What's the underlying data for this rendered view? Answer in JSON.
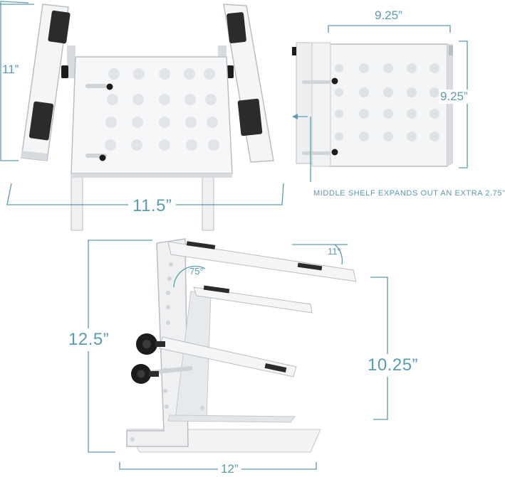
{
  "colors": {
    "dimension_line": "#5a9bb0",
    "dimension_text": "#5a9bb0",
    "metal_white": "#f4f5f6",
    "metal_shade": "#d7dbdf",
    "metal_edge": "#b9bec4",
    "rubber_pad": "#2b2b2b",
    "knob": "#1c1c1c"
  },
  "top_left_view": {
    "width_label": "11.5”",
    "depth_label": "11”"
  },
  "top_right_view": {
    "width_label": "9.25”",
    "height_label": "9.25”",
    "callout": "MIDDLE SHELF EXPANDS OUT AN EXTRA 2.75”"
  },
  "side_view": {
    "height_label": "12.5”",
    "inner_height_label": "10.25”",
    "base_width_label": "12”",
    "tilt_angle_label": "11°",
    "front_angle_label": "75°"
  }
}
